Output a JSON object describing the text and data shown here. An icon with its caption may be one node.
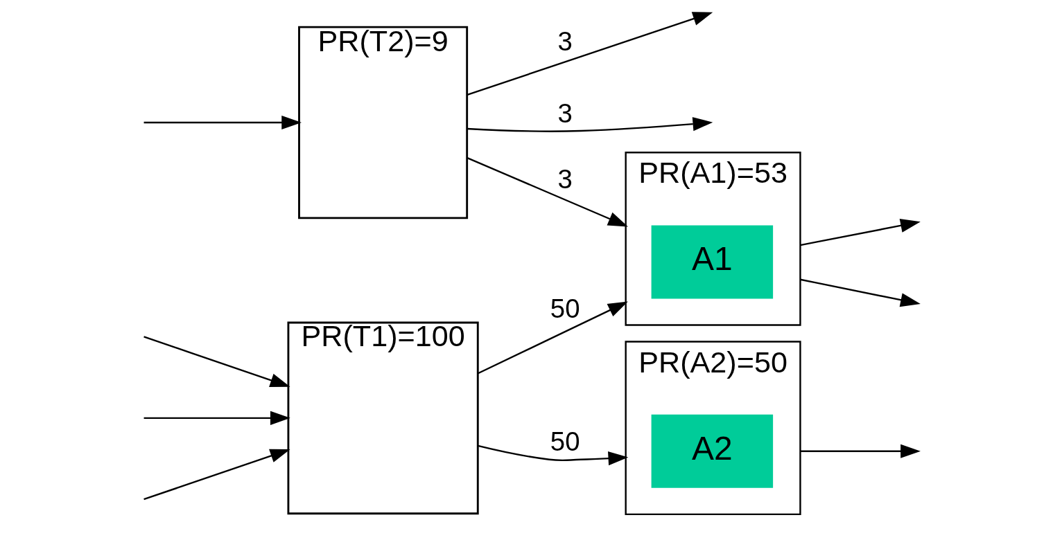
{
  "diagram": {
    "nodes": [
      {
        "text": [
          "PR(T1)=100"
        ]
      },
      {
        "text": [
          "PR(A1)=53"
        ]
      },
      {
        "text": [
          "A1"
        ],
        "in": 1
      },
      {
        "text": [
          "PR(T2)=9"
        ]
      },
      {
        "text": [
          "PR(A2)=50"
        ]
      },
      {
        "text": [
          "A2"
        ],
        "in": 4
      }
    ],
    "edges": [
      {
        "from": null,
        "to": 0,
        "arrow": "to"
      },
      {
        "from": null,
        "to": 0,
        "arrow": "to"
      },
      {
        "from": null,
        "to": 0,
        "arrow": "to"
      },
      {
        "from": 0,
        "to": 1,
        "arrow": "to",
        "label": "50"
      },
      {
        "from": 1,
        "to": null,
        "arrow": "to"
      },
      {
        "from": 1,
        "to": null,
        "arrow": "to"
      },
      {
        "from": 3,
        "to": 1,
        "arrow": "to",
        "label": "3"
      },
      {
        "from": 0,
        "to": 4,
        "arrow": "to",
        "label": "50"
      },
      {
        "from": 4,
        "to": null,
        "arrow": "to"
      },
      {
        "from": 3,
        "to": null,
        "arrow": "to",
        "label": "3"
      },
      {
        "from": 3,
        "to": null,
        "arrow": "to",
        "label": "3"
      },
      {
        "from": null,
        "to": 3,
        "arrow": "to"
      }
    ]
  }
}
